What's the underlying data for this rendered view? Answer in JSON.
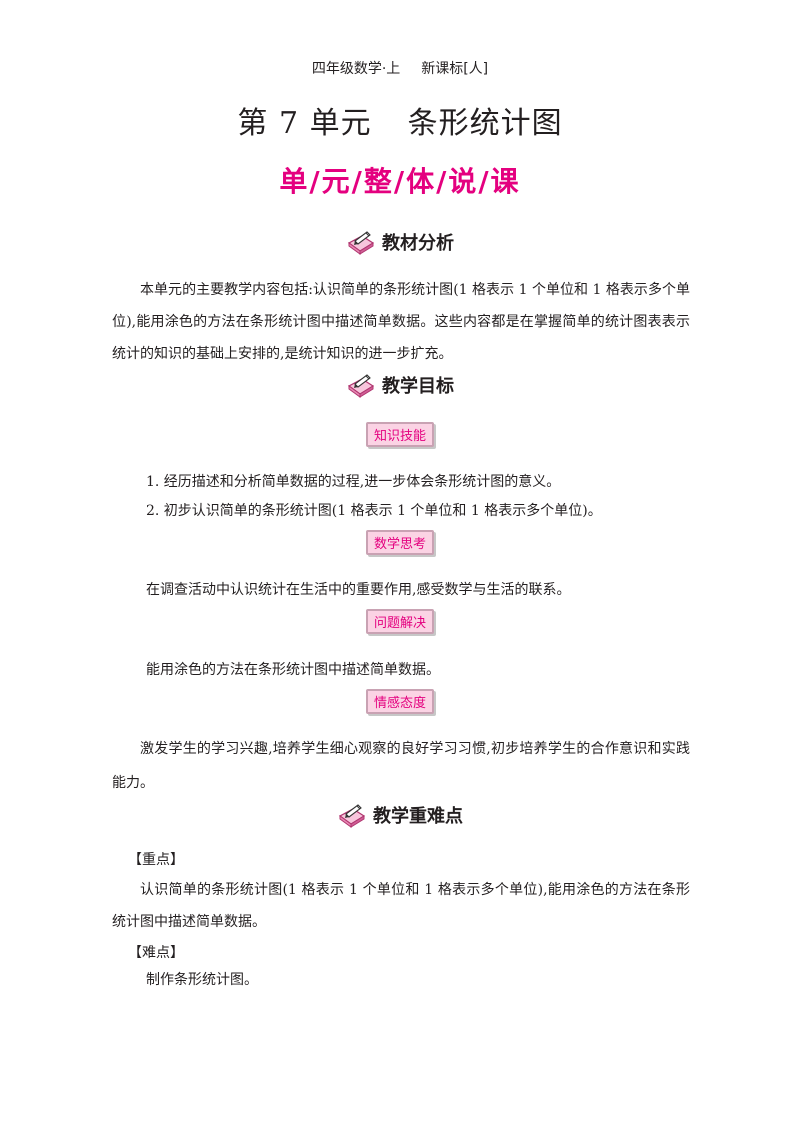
{
  "header": {
    "book": "四年级数学·上",
    "edition": "新课标[人]"
  },
  "unit": {
    "number": "第 7 单元",
    "name": "条形统计图"
  },
  "banner": "单/元/整/体/说/课",
  "sections": {
    "analysis": {
      "title": "教材分析",
      "text": "本单元的主要教学内容包括:认识简单的条形统计图(1 格表示 1 个单位和 1 格表示多个单位),能用涂色的方法在条形统计图中描述简单数据。这些内容都是在掌握简单的统计图表表示统计的知识的基础上安排的,是统计知识的进一步扩充。"
    },
    "goals": {
      "title": "教学目标",
      "knowledge": {
        "badge": "知识技能",
        "items": [
          "1. 经历描述和分析简单数据的过程,进一步体会条形统计图的意义。",
          "2. 初步认识简单的条形统计图(1 格表示 1 个单位和 1 格表示多个单位)。"
        ]
      },
      "thinking": {
        "badge": "数学思考",
        "text": "在调查活动中认识统计在生活中的重要作用,感受数学与生活的联系。"
      },
      "problem": {
        "badge": "问题解决",
        "text": "能用涂色的方法在条形统计图中描述简单数据。"
      },
      "emotion": {
        "badge": "情感态度",
        "text": "激发学生的学习兴趣,培养学生细心观察的良好学习习惯,初步培养学生的合作意识和实践能力。"
      }
    },
    "keypoints": {
      "title": "教学重难点",
      "key_label": "【重点】",
      "key_text": "认识简单的条形统计图(1 格表示 1 个单位和 1 格表示多个单位),能用涂色的方法在条形统计图中描述简单数据。",
      "difficult_label": "【难点】",
      "difficult_text": "制作条形统计图。"
    }
  },
  "colors": {
    "accent": "#e4007f",
    "badge_bg": "#fbd3e4",
    "text": "#231f20"
  },
  "icons": {
    "section": "pencil-book-icon"
  }
}
